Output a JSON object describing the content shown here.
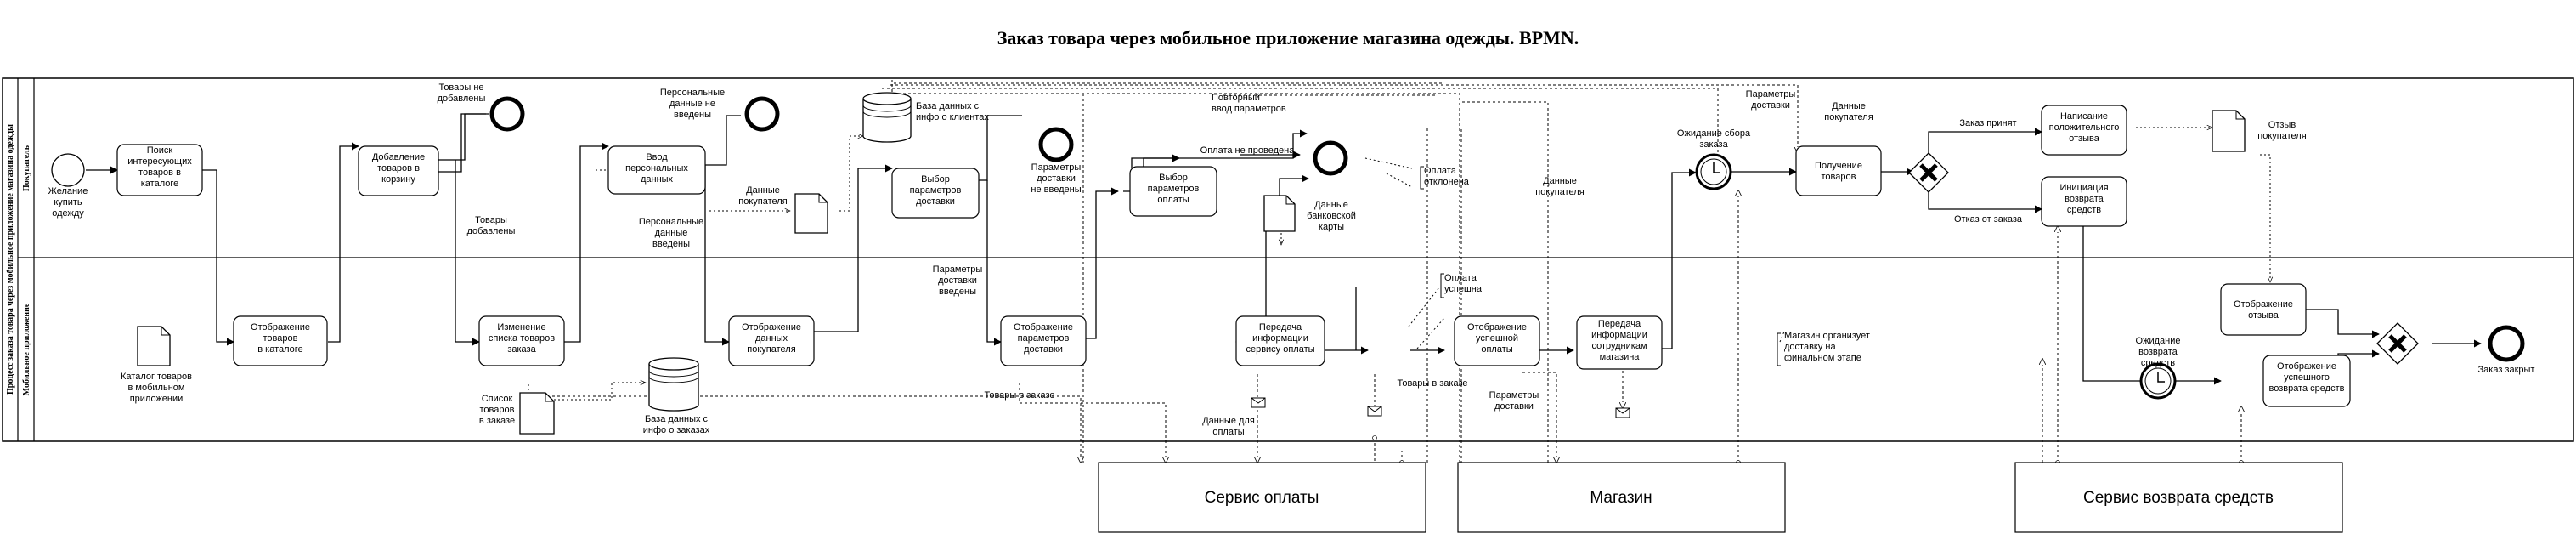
{
  "title": "Заказ товара через мобильное приложение магазина одежды. BPMN.",
  "pool": {
    "label": "Процесс заказа товара через мобильное приложение магазина одежды",
    "lanes": [
      "Покупатель",
      "Мобильное приложение"
    ]
  },
  "events": {
    "start": [
      "Желание",
      "купить",
      "одежду"
    ],
    "end_not_added": [
      "Товары не",
      "добавлены"
    ],
    "end_no_personal": [
      "Персональные",
      "данные не",
      "введены"
    ],
    "end_no_delivery": [
      "Параметры",
      "доставки",
      "не введены"
    ],
    "end_payment_failed": [
      "Оплата не проведена"
    ],
    "end_closed": [
      "Заказ закрыт"
    ],
    "timer_pickup": [
      "Ожидание сбора",
      "заказа"
    ],
    "timer_refund": [
      "Ожидание",
      "возврата",
      "средств"
    ]
  },
  "tasks": {
    "search": [
      "Поиск",
      "интересующих",
      "товаров в",
      "каталоге"
    ],
    "add_cart": [
      "Добавление",
      "товаров в",
      "корзину"
    ],
    "personal": [
      "Ввод",
      "персональных",
      "данных"
    ],
    "delivery": [
      "Выбор",
      "параметров",
      "доставки"
    ],
    "payment": [
      "Выбор",
      "параметров",
      "оплаты"
    ],
    "receive": [
      "Получение",
      "товаров"
    ],
    "review": [
      "Написание",
      "положительного",
      "отзыва"
    ],
    "refund_init": [
      "Инициация",
      "возврата",
      "средств"
    ],
    "show_catalog": [
      "Отображение",
      "товаров",
      "в каталоге"
    ],
    "change_list": [
      "Изменение",
      "списка товаров",
      "заказа"
    ],
    "show_buyer": [
      "Отображение",
      "данных",
      "покупателя"
    ],
    "show_delivery": [
      "Отображение",
      "параметров",
      "доставки"
    ],
    "pay_service": [
      "Передача",
      "информации",
      "сервису оплаты"
    ],
    "show_paid": [
      "Отображение",
      "успешной",
      "оплаты"
    ],
    "to_staff": [
      "Передача",
      "информации",
      "сотрудникам",
      "магазина"
    ],
    "show_review": [
      "Отображение",
      "отзыва"
    ],
    "show_refund": [
      "Отображение",
      "успешного",
      "возврата средств"
    ]
  },
  "data": {
    "catalog": [
      "Каталог товаров",
      "в мобильном",
      "приложении"
    ],
    "buyer_data": [
      "Данные",
      "покупателя"
    ],
    "card_data": [
      "Данные",
      "банковской",
      "карты"
    ],
    "review_doc": [
      "Отзыв",
      "покупателя"
    ],
    "order_list": [
      "Список",
      "товаров",
      "в заказе"
    ],
    "db_clients": [
      "База данных с",
      "инфо о клиентах"
    ],
    "db_orders": [
      "База данных с",
      "инфо о заказах"
    ]
  },
  "labels": {
    "goods_added": [
      "Товары",
      "добавлены"
    ],
    "personal_entered": [
      "Персональные",
      "данные",
      "введены"
    ],
    "delivery_entered": [
      "Параметры",
      "доставки",
      "введены"
    ],
    "repeat_payment": [
      "Повторный",
      "ввод параметров"
    ],
    "payment_rejected": [
      "Оплата",
      "отклонена"
    ],
    "payment_success": [
      "Оплата",
      "успешна"
    ],
    "buyer_data_a": [
      "Данные",
      "покупателя"
    ],
    "buyer_data_b": [
      "Данные",
      "покупателя"
    ],
    "delivery_params_a": [
      "Параметры",
      "доставки"
    ],
    "delivery_params_b": [
      "Параметры",
      "доставки"
    ],
    "order_accepted": [
      "Заказ принят"
    ],
    "order_refused": [
      "Отказ от заказа"
    ],
    "goods_in_order_a": [
      "Товары в заказе"
    ],
    "goods_in_order_b": [
      "Товары в заказе"
    ],
    "payment_data": [
      "Данные для",
      "оплаты"
    ],
    "shop_note": [
      "Магазин организует",
      "доставку на",
      "финальном этапе"
    ]
  },
  "services": [
    "Сервис оплаты",
    "Магазин",
    "Сервис возврата средств"
  ]
}
